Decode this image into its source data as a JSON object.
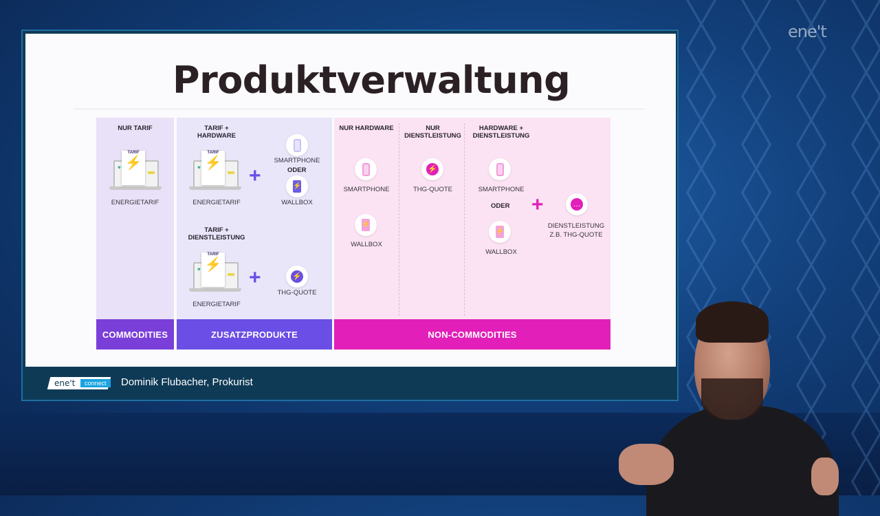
{
  "corner_logo": "ene't",
  "slide": {
    "title": "Produktverwaltung",
    "commodities": {
      "header": "NUR TARIF",
      "item_label": "ENERGIETARIF",
      "band": "COMMODITIES"
    },
    "zusatz": {
      "top_header": "TARIF +\nHARDWARE",
      "top_item_label": "ENERGIETARIF",
      "smartphone_label": "SMARTPHONE",
      "oder": "ODER",
      "wallbox_label": "WALLBOX",
      "bottom_header": "TARIF +\nDIENSTLEISTUNG",
      "bottom_item_label": "ENERGIETARIF",
      "thg_label": "THG-QUOTE",
      "band": "ZUSATZPRODUKTE"
    },
    "non_commodities": {
      "hw_header": "NUR HARDWARE",
      "hw_smartphone": "SMARTPHONE",
      "hw_wallbox": "WALLBOX",
      "dl_header": "NUR\nDIENSTLEISTUNG",
      "dl_thg": "THG-QUOTE",
      "combo_header": "HARDWARE +\nDIENSTLEISTUNG",
      "combo_smartphone": "SMARTPHONE",
      "combo_oder": "ODER",
      "combo_wallbox": "WALLBOX",
      "combo_service": "DIENSTLEISTUNG\nZ.B. THG-QUOTE",
      "band": "NON-COMMODITIES"
    },
    "doc_text": "TARIF"
  },
  "footer": {
    "brand": "ene't",
    "brand_sub": "connect",
    "presenter": "Dominik Flubacher, Prokurist"
  },
  "colors": {
    "commodities": "#7a3fd9",
    "zusatz": "#6a4ee6",
    "non_commodities": "#e21fb8"
  }
}
